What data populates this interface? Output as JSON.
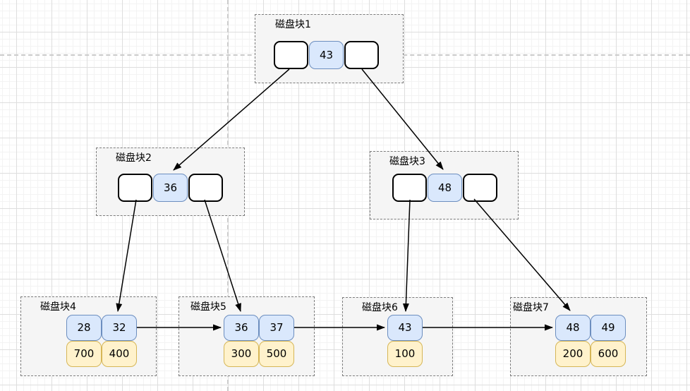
{
  "diagram": {
    "title": "B+ tree disk block diagram",
    "blocks": [
      {
        "label": "磁盘块1",
        "cells": [
          {
            "type": "pointer",
            "value": ""
          },
          {
            "type": "key",
            "value": "43"
          },
          {
            "type": "pointer",
            "value": ""
          }
        ]
      },
      {
        "label": "磁盘块2",
        "cells": [
          {
            "type": "pointer",
            "value": ""
          },
          {
            "type": "key",
            "value": "36"
          },
          {
            "type": "pointer",
            "value": ""
          }
        ]
      },
      {
        "label": "磁盘块3",
        "cells": [
          {
            "type": "pointer",
            "value": ""
          },
          {
            "type": "key",
            "value": "48"
          },
          {
            "type": "pointer",
            "value": ""
          }
        ]
      },
      {
        "label": "磁盘块4",
        "keys": [
          "28",
          "32"
        ],
        "values": [
          "700",
          "400"
        ]
      },
      {
        "label": "磁盘块5",
        "keys": [
          "36",
          "37"
        ],
        "values": [
          "300",
          "500"
        ]
      },
      {
        "label": "磁盘块6",
        "keys": [
          "43"
        ],
        "values": [
          "100"
        ]
      },
      {
        "label": "磁盘块7",
        "keys": [
          "48",
          "49"
        ],
        "values": [
          "200",
          "600"
        ]
      }
    ],
    "edges": [
      {
        "from": "磁盘块1 left pointer",
        "to": "磁盘块2 key 36",
        "type": "tree"
      },
      {
        "from": "磁盘块1 right pointer",
        "to": "磁盘块3 key 48",
        "type": "tree"
      },
      {
        "from": "磁盘块2 left pointer",
        "to": "磁盘块4 key 32",
        "type": "tree"
      },
      {
        "from": "磁盘块2 right pointer",
        "to": "磁盘块5 key 36",
        "type": "tree"
      },
      {
        "from": "磁盘块3 left pointer",
        "to": "磁盘块6 key 43",
        "type": "tree"
      },
      {
        "from": "磁盘块3 right pointer",
        "to": "磁盘块7 key 48",
        "type": "tree"
      },
      {
        "from": "磁盘块4",
        "to": "磁盘块5",
        "type": "leaf-chain"
      },
      {
        "from": "磁盘块5",
        "to": "磁盘块6",
        "type": "leaf-chain"
      },
      {
        "from": "磁盘块6",
        "to": "磁盘块7",
        "type": "leaf-chain"
      }
    ],
    "colors": {
      "key_fill": "#dae8fc",
      "key_border": "#6c8ebf",
      "value_fill": "#fff2cc",
      "value_border": "#d6b656",
      "pointer_fill": "#ffffff",
      "pointer_border": "#000000",
      "container_fill": "#f5f5f5",
      "container_border": "#7b7b7b",
      "edge": "#000000",
      "guide": "#cbcbcb"
    }
  }
}
